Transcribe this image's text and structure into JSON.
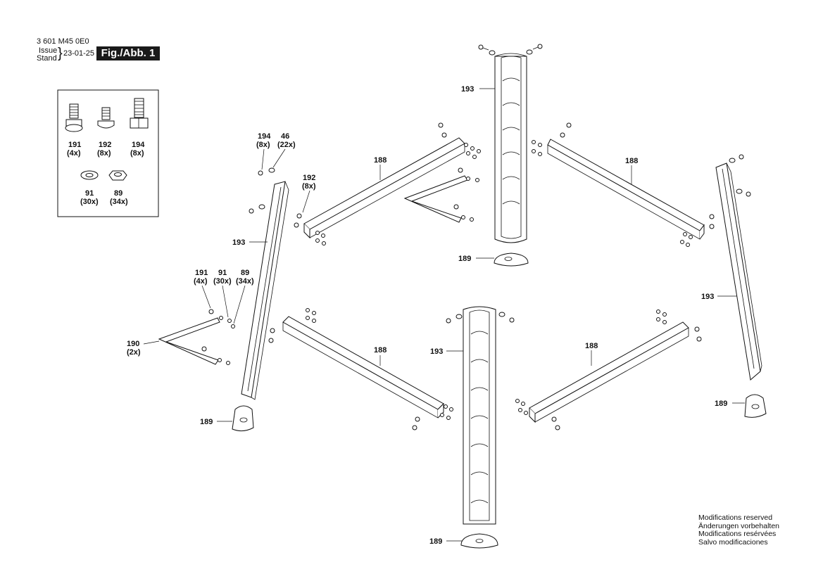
{
  "header": {
    "doc_number": "3 601 M45 0E0",
    "issue_label": "Issue",
    "stand_label": "Stand",
    "date": "23-01-25",
    "figure_label": "Fig./Abb. 1"
  },
  "legend_box": {
    "items": [
      {
        "part": "191",
        "qty": "(4x)"
      },
      {
        "part": "192",
        "qty": "(8x)"
      },
      {
        "part": "194",
        "qty": "(8x)"
      },
      {
        "part": "91",
        "qty": "(30x)"
      },
      {
        "part": "89",
        "qty": "(34x)"
      }
    ]
  },
  "callouts": {
    "c194": "194",
    "c194q": "(8x)",
    "c46": "46",
    "c46q": "(22x)",
    "c192": "192",
    "c192q": "(8x)",
    "c188": "188",
    "c193": "193",
    "c189": "189",
    "c191": "191",
    "c191q": "(4x)",
    "c91": "91",
    "c91q": "(30x)",
    "c89": "89",
    "c89q": "(34x)",
    "c190": "190",
    "c190q": "(2x)"
  },
  "notes": [
    "Modifications reserved",
    "Änderungen vorbehalten",
    "Modifications resérvées",
    "Salvo modificaciones"
  ]
}
